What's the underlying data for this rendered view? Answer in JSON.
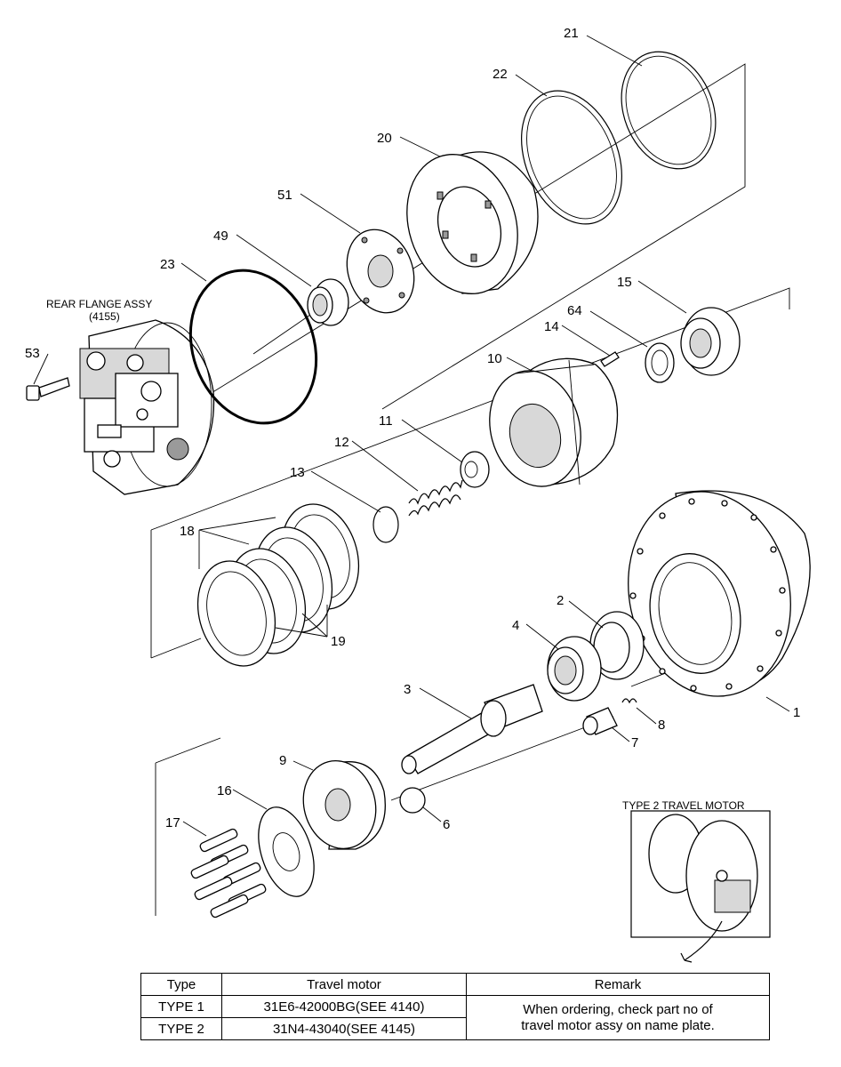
{
  "labels": {
    "rear_flange_title": "REAR FLANGE ASSY",
    "rear_flange_ref": "(4155)",
    "type2_title": "TYPE 2 TRAVEL MOTOR"
  },
  "parts": [
    {
      "no": "1"
    },
    {
      "no": "2"
    },
    {
      "no": "3"
    },
    {
      "no": "4"
    },
    {
      "no": "6"
    },
    {
      "no": "7"
    },
    {
      "no": "8"
    },
    {
      "no": "9"
    },
    {
      "no": "10"
    },
    {
      "no": "11"
    },
    {
      "no": "12"
    },
    {
      "no": "13"
    },
    {
      "no": "14"
    },
    {
      "no": "15"
    },
    {
      "no": "16"
    },
    {
      "no": "17"
    },
    {
      "no": "18"
    },
    {
      "no": "19"
    },
    {
      "no": "20"
    },
    {
      "no": "21"
    },
    {
      "no": "22"
    },
    {
      "no": "23"
    },
    {
      "no": "49"
    },
    {
      "no": "51"
    },
    {
      "no": "53"
    },
    {
      "no": "64"
    }
  ],
  "table": {
    "headers": [
      "Type",
      "Travel motor",
      "Remark"
    ],
    "rows": [
      {
        "type": "TYPE 1",
        "motor": "31E6-42000BG(SEE 4140)"
      },
      {
        "type": "TYPE 2",
        "motor": "31N4-43040(SEE 4145)"
      }
    ],
    "remark_line1": "When ordering, check part no of",
    "remark_line2": "travel motor assy on name plate."
  }
}
